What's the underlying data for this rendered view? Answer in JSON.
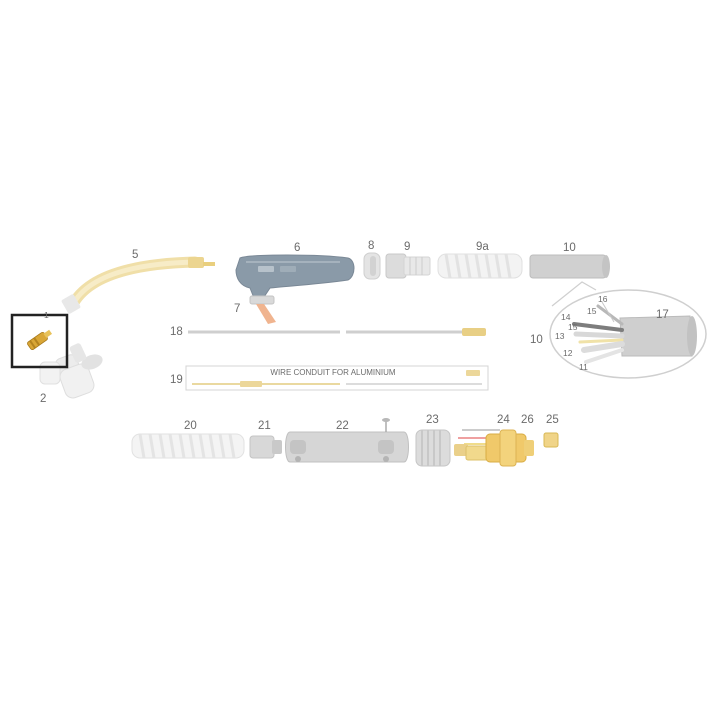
{
  "diagram": {
    "labels": {
      "p1": "1",
      "p2": "2",
      "p5": "5",
      "p6": "6",
      "p7": "7",
      "p8": "8",
      "p9": "9",
      "p9a": "9a",
      "p10": "10",
      "p10b": "10",
      "p11": "11",
      "p12": "12",
      "p13": "13",
      "p14": "14",
      "p15a": "15",
      "p15b": "15",
      "p16": "16",
      "p17": "17",
      "p18": "18",
      "p19": "19",
      "p20": "20",
      "p21": "21",
      "p22": "22",
      "p23": "23",
      "p24": "24",
      "p25": "25",
      "p26": "26"
    },
    "conduit_caption": "WIRE CONDUIT FOR ALUMINIUM",
    "highlighted_part": "1",
    "colors": {
      "brass": "#e0b24a",
      "handle": "#8a9aa8",
      "faded_grey": "#cfcfcf",
      "highlight_box": "#222222",
      "label": "#6b6b6b"
    }
  }
}
